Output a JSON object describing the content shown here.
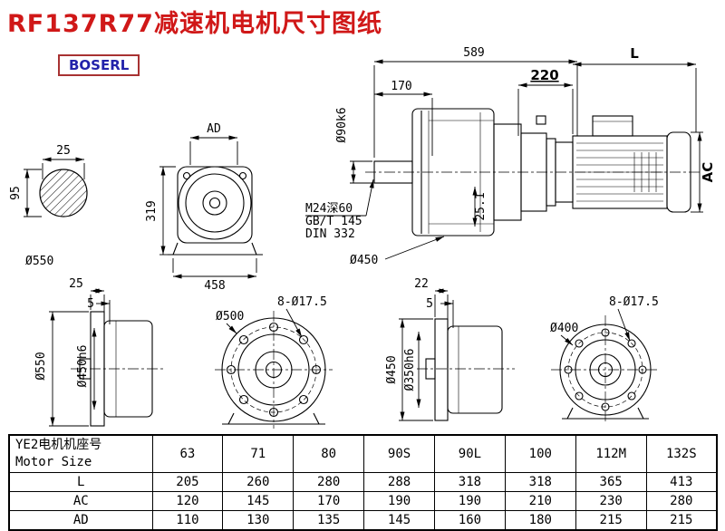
{
  "page": {
    "title": "RF137R77减速机电机尺寸图纸",
    "brand": "BOSERL"
  },
  "colors": {
    "title_red": "#d01818",
    "brand_blue": "#2222aa",
    "brand_border_red": "#a83232",
    "line_black": "#000000",
    "background": "#ffffff"
  },
  "views": {
    "shaft_section": {
      "width": "25",
      "height": "95",
      "dia": "Ø550"
    },
    "gearbox_front": {
      "top_width": "AD",
      "height": "319",
      "base_width": "458"
    },
    "main": {
      "overall_length": "589",
      "shaft_length": "170",
      "shaft_dia": "Ø90k6",
      "tap_note": "M24深60",
      "std_note_1": "GB/T 145",
      "std_note_2": "DIN 332",
      "flange_dia": "Ø450",
      "key_height": "25.1"
    },
    "motor": {
      "adapter_length": "220",
      "motor_length": "L",
      "motor_dia": "AC"
    },
    "output_side_left": {
      "flange_thickness": "25",
      "spigot_depth": "5",
      "flange_od": "Ø550",
      "spigot_dia": "Ø450h6"
    },
    "output_front_left": {
      "bolt_holes": "8-Ø17.5",
      "bolt_circle": "Ø500"
    },
    "output_side_right": {
      "flange_thickness": "22",
      "spigot_depth": "5",
      "flange_od": "Ø450",
      "spigot_dia": "Ø350h6"
    },
    "output_front_right": {
      "bolt_holes": "8-Ø17.5",
      "bolt_circle": "Ø400"
    }
  },
  "table": {
    "header_line1": "YE2电机机座号",
    "header_line2": "Motor Size",
    "sizes": [
      "63",
      "71",
      "80",
      "90S",
      "90L",
      "100",
      "112M",
      "132S"
    ],
    "rows": [
      {
        "label": "L",
        "values": [
          "205",
          "260",
          "280",
          "288",
          "318",
          "318",
          "365",
          "413"
        ]
      },
      {
        "label": "AC",
        "values": [
          "120",
          "145",
          "170",
          "190",
          "190",
          "210",
          "230",
          "280"
        ]
      },
      {
        "label": "AD",
        "values": [
          "110",
          "130",
          "135",
          "145",
          "160",
          "180",
          "215",
          "215"
        ]
      }
    ]
  }
}
